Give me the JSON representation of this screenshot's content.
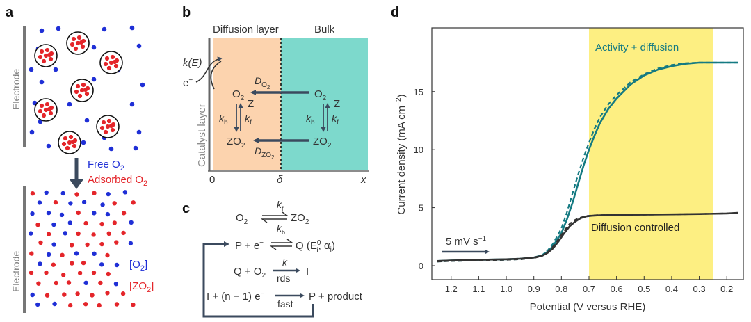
{
  "panels": {
    "a": {
      "label": "a",
      "electrode_label": "Electrode",
      "free_label": "Free O",
      "free_sub": "2",
      "adsorbed_label": "Adsorbed O",
      "adsorbed_sub": "2",
      "legend_o2": "[O",
      "legend_o2_sub": "2",
      "legend_o2_end": "]",
      "legend_zo2": "[ZO",
      "legend_zo2_sub": "2",
      "legend_zo2_end": "]",
      "colors": {
        "free": "#1f2fd6",
        "adsorbed": "#e4252a",
        "arrow": "#3b4a5e"
      }
    },
    "b": {
      "label": "b",
      "diffusion_layer": "Diffusion layer",
      "bulk": "Bulk",
      "kE": "k(E)",
      "e": "e",
      "e_sup": "−",
      "catalyst_layer": "Catalyst layer",
      "left_o2": "O",
      "left_zo2": "ZO",
      "right_o2": "O",
      "right_zo2": "ZO",
      "sub2": "2",
      "Z": "Z",
      "kb": "k",
      "kb_sub": "b",
      "kf": "k",
      "kf_sub": "f",
      "D": "D",
      "D_o2_sub": "O",
      "D_zo2_sub": "ZO",
      "x0": "0",
      "delta": "δ",
      "x": "x",
      "colors": {
        "diffusion": "#fcd3ae",
        "bulk": "#7dd9cc",
        "arrow": "#3b4a5e"
      }
    },
    "c": {
      "label": "c",
      "r1_left": "O",
      "r1_right": "ZO",
      "r1_top": "k",
      "r1_top_sub": "f",
      "r1_bot": "k",
      "r1_bot_sub": "b",
      "r2_left": "P + e",
      "r2_right": "Q (E",
      "r2_right_sup": "0",
      "r2_right_sub": "i",
      "r2_right_end": ", α",
      "r2_right_end_sub": "i",
      "r2_right_close": ")",
      "r3_left": "Q + O",
      "r3_right": "I",
      "r3_top": "k",
      "r3_bot": "rds",
      "r4_left": "I + (n − 1) e",
      "r4_right": "P + product",
      "r4_bot": "fast"
    },
    "d": {
      "label": "d",
      "activity_label": "Activity + diffusion",
      "diffusion_label": "Diffusion controlled",
      "scan_rate": "5 mV s",
      "scan_sup": "−1"
    }
  },
  "chart_data": {
    "type": "line",
    "xlabel": "Potential (V versus RHE)",
    "ylabel": "Current density (mA cm",
    "ylabel_sup": "−2",
    "ylabel_end": ")",
    "x_reversed": true,
    "xlim": [
      1.27,
      0.14
    ],
    "ylim": [
      -1.2,
      20.5
    ],
    "xticks": [
      "1.2",
      "1.1",
      "1.0",
      "0.9",
      "0.8",
      "0.7",
      "0.6",
      "0.5",
      "0.4",
      "0.3",
      "0.2"
    ],
    "yticks": [
      "0",
      "5",
      "10",
      "15"
    ],
    "highlight_region": {
      "x_from": 0.7,
      "x_to": 0.25,
      "color": "#fdef82"
    },
    "series": [
      {
        "name": "Activity + diffusion",
        "style": "solid",
        "color": "#147a82",
        "x": [
          1.25,
          1.2,
          1.1,
          1.0,
          0.95,
          0.9,
          0.87,
          0.85,
          0.83,
          0.8,
          0.78,
          0.76,
          0.74,
          0.72,
          0.7,
          0.68,
          0.66,
          0.63,
          0.6,
          0.55,
          0.5,
          0.45,
          0.4,
          0.35,
          0.3,
          0.25,
          0.2,
          0.16
        ],
        "y": [
          0.4,
          0.45,
          0.5,
          0.55,
          0.6,
          0.7,
          0.9,
          1.2,
          1.7,
          2.8,
          4.0,
          5.4,
          7.0,
          8.6,
          10.0,
          11.2,
          12.3,
          13.5,
          14.4,
          15.6,
          16.4,
          16.9,
          17.2,
          17.4,
          17.5,
          17.5,
          17.5,
          17.5
        ]
      },
      {
        "name": "Activity + diffusion (dashed)",
        "style": "dashed",
        "color": "#147a82",
        "x": [
          1.25,
          1.2,
          1.1,
          1.0,
          0.95,
          0.9,
          0.87,
          0.85,
          0.83,
          0.8,
          0.78,
          0.76,
          0.74,
          0.72,
          0.7,
          0.68,
          0.66,
          0.63,
          0.6,
          0.55,
          0.5,
          0.45,
          0.4,
          0.35,
          0.3,
          0.25,
          0.2,
          0.16
        ],
        "y": [
          0.35,
          0.4,
          0.45,
          0.5,
          0.55,
          0.65,
          0.9,
          1.3,
          1.9,
          3.2,
          4.6,
          6.2,
          7.8,
          9.3,
          10.6,
          11.8,
          12.8,
          13.9,
          14.7,
          15.8,
          16.5,
          17.0,
          17.3,
          17.45,
          17.5,
          17.5,
          17.5,
          17.5
        ]
      },
      {
        "name": "Diffusion controlled",
        "style": "solid",
        "color": "#333333",
        "x": [
          1.25,
          1.2,
          1.1,
          1.0,
          0.95,
          0.9,
          0.87,
          0.85,
          0.83,
          0.81,
          0.79,
          0.77,
          0.75,
          0.73,
          0.71,
          0.69,
          0.67,
          0.65,
          0.6,
          0.5,
          0.4,
          0.3,
          0.2,
          0.16
        ],
        "y": [
          0.4,
          0.45,
          0.5,
          0.55,
          0.6,
          0.7,
          0.85,
          1.1,
          1.5,
          2.1,
          2.8,
          3.4,
          3.8,
          4.1,
          4.25,
          4.3,
          4.33,
          4.35,
          4.38,
          4.4,
          4.42,
          4.45,
          4.5,
          4.55
        ]
      },
      {
        "name": "Diffusion controlled (dashed)",
        "style": "dashed",
        "color": "#333333",
        "x": [
          1.25,
          1.2,
          1.1,
          1.0,
          0.95,
          0.9,
          0.87,
          0.85,
          0.83,
          0.81,
          0.79,
          0.77,
          0.75,
          0.73,
          0.71,
          0.69,
          0.67,
          0.65,
          0.6,
          0.5,
          0.4,
          0.3,
          0.2,
          0.16
        ],
        "y": [
          0.35,
          0.4,
          0.45,
          0.5,
          0.55,
          0.65,
          0.85,
          1.15,
          1.65,
          2.3,
          3.0,
          3.6,
          3.95,
          4.15,
          4.28,
          4.32,
          4.35,
          4.36,
          4.38,
          4.4,
          4.42,
          4.45,
          4.5,
          4.55
        ]
      }
    ]
  }
}
